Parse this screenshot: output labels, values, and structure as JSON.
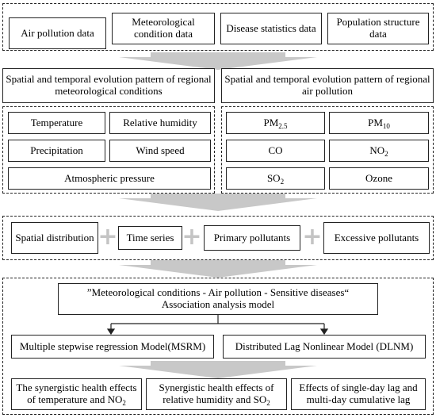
{
  "row1": {
    "items": [
      "Air pollution data",
      "Meteorological condition data",
      "Disease statistics data",
      "Population structure data"
    ]
  },
  "row2": {
    "left_title": "Spatial and temporal evolution pattern of regional meteorological conditions",
    "right_title": "Spatial and temporal evolution pattern of regional air pollution",
    "meteorological": [
      "Temperature",
      "Relative humidity",
      "Precipitation",
      "Wind speed",
      "Atmospheric pressure"
    ],
    "pollutants": {
      "pm25_base": "PM",
      "pm25_sub": "2.5",
      "pm10_base": "PM",
      "pm10_sub": "10",
      "co": "CO",
      "no2_base": "NO",
      "no2_sub": "2",
      "so2_base": "SO",
      "so2_sub": "2",
      "ozone": "Ozone"
    }
  },
  "row3": {
    "items": [
      "Spatial distribution",
      "Time series",
      "Primary pollutants",
      "Excessive pollutants"
    ],
    "plus": "+"
  },
  "row4": {
    "model_title_line1": "”Meteorological conditions - Air pollution - Sensitive diseases“",
    "model_title_line2": "Association analysis model",
    "msrm": "Multiple stepwise regression Model(MSRM)",
    "dlnm": "Distributed Lag Nonlinear Model (DLNM)",
    "effect1_text": "The synergistic health effects of temperature and NO",
    "effect1_sub": "2",
    "effect2_text": "Synergistic health effects of relative humidity and SO",
    "effect2_sub": "2",
    "effect3": "Effects of single-day lag and multi-day cumulative lag"
  },
  "colors": {
    "border": "#222222",
    "arrow": "#c8c8c8",
    "plus": "#c4c4c4"
  }
}
